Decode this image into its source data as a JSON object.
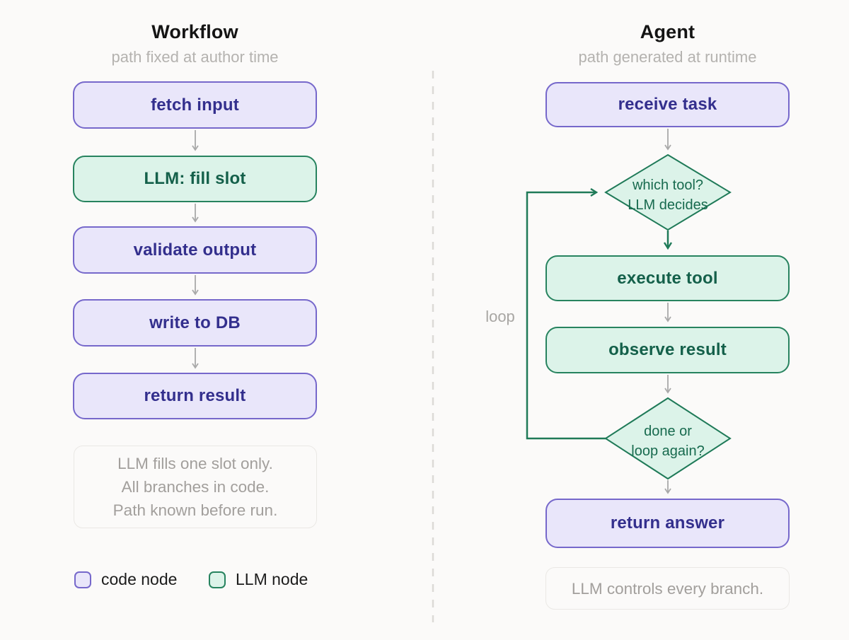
{
  "colors": {
    "background": "#fbfaf9",
    "title": "#141414",
    "subtitle": "#b4b2af",
    "purple_fill": "#e9e6fa",
    "purple_border": "#7668cb",
    "purple_text": "#332f8d",
    "green_fill": "#dcf3e9",
    "green_border": "#27835f",
    "green_text": "#14604a",
    "arrow_gray": "#a9a9a9",
    "arrow_green": "#1f7a58",
    "note_border": "#eae8e5",
    "note_text": "#a29f9c",
    "legend_text": "#1c1c1c",
    "divider": "#dcdad7",
    "loop_label": "#a8a6a3"
  },
  "workflow": {
    "title": "Workflow",
    "subtitle": "path fixed at author time",
    "nodes": [
      {
        "label": "fetch input",
        "type": "code"
      },
      {
        "label": "LLM: fill slot",
        "type": "llm"
      },
      {
        "label": "validate output",
        "type": "code"
      },
      {
        "label": "write to DB",
        "type": "code"
      },
      {
        "label": "return result",
        "type": "code"
      }
    ],
    "note_lines": [
      "LLM fills one slot only.",
      "All branches in code.",
      "Path known before run."
    ],
    "legend": [
      {
        "label": "code node",
        "type": "code"
      },
      {
        "label": "LLM node",
        "type": "llm"
      }
    ]
  },
  "agent": {
    "title": "Agent",
    "subtitle": "path generated at runtime",
    "nodes": {
      "receive": {
        "label": "receive task"
      },
      "decision1": {
        "line1": "which tool?",
        "line2": "LLM decides"
      },
      "execute": {
        "label": "execute tool"
      },
      "observe": {
        "label": "observe result"
      },
      "decision2": {
        "line1": "done or",
        "line2": "loop again?"
      },
      "return": {
        "label": "return answer"
      }
    },
    "loop_label": "loop",
    "note": "LLM controls every branch."
  }
}
